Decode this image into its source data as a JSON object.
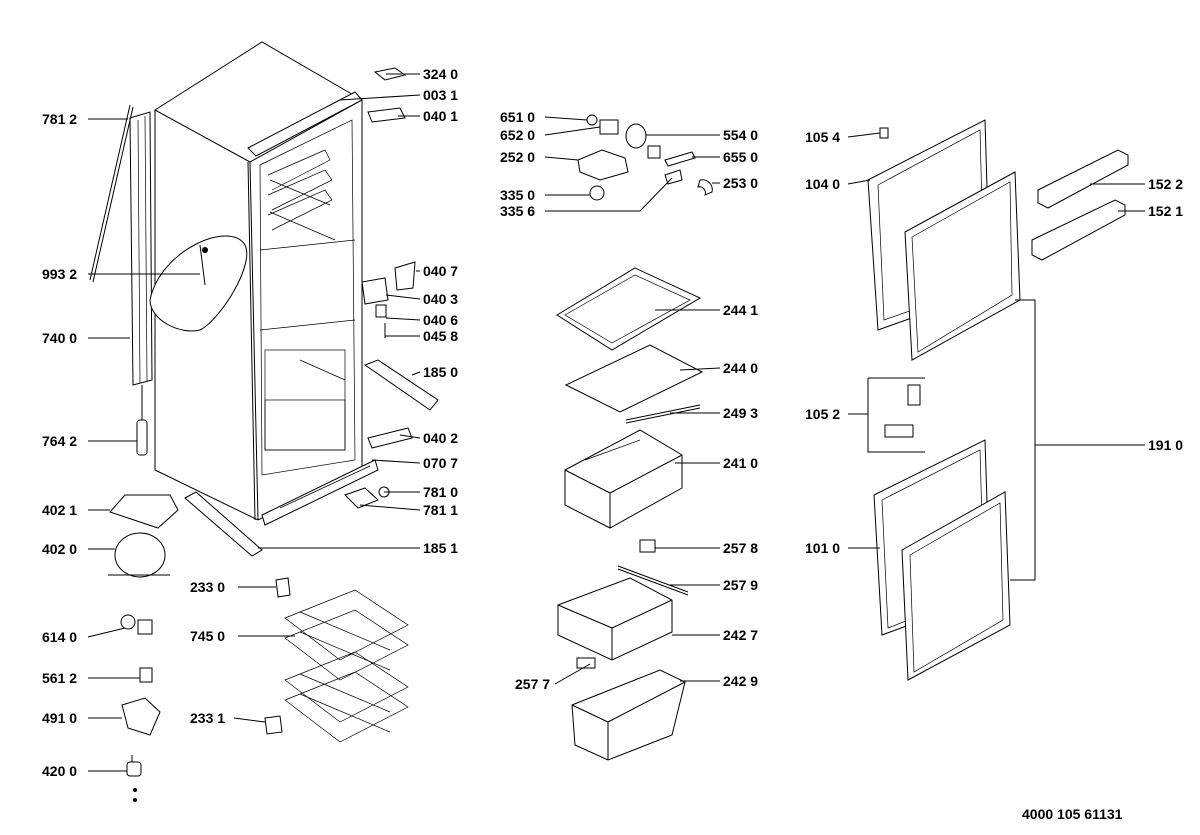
{
  "parts": {
    "p3240": "324 0",
    "p0031": "003 1",
    "p0401": "040 1",
    "p7812": "781 2",
    "p9932": "993 2",
    "p0407": "040 7",
    "p0403": "040 3",
    "p0406": "040 6",
    "p0458": "045 8",
    "p7400": "740 0",
    "p1850": "185 0",
    "p7642": "764 2",
    "p0402": "040 2",
    "p0707": "070 7",
    "p7810": "781 0",
    "p4021": "402 1",
    "p7811": "781 1",
    "p4020": "402 0",
    "p1851": "185 1",
    "p2330": "233 0",
    "p6140": "614 0",
    "p7450": "745 0",
    "p5612": "561 2",
    "p4910": "491 0",
    "p2331": "233 1",
    "p4200": "420 0",
    "p6510": "651 0",
    "p6520": "652 0",
    "p2520": "252 0",
    "p3350": "335 0",
    "p3356": "335 6",
    "p5540": "554 0",
    "p6550": "655 0",
    "p2530": "253 0",
    "p2441": "244 1",
    "p2440": "244 0",
    "p2493": "249 3",
    "p2410": "241 0",
    "p2578": "257 8",
    "p2579": "257 9",
    "p2427": "242 7",
    "p2577": "257 7",
    "p2429": "242 9",
    "p1054": "105 4",
    "p1040": "104 0",
    "p1522": "152 2",
    "p1521": "152 1",
    "p1052": "105 2",
    "p1910": "191 0",
    "p1010": "101 0"
  },
  "footer": {
    "code": "4000 105 61131"
  }
}
